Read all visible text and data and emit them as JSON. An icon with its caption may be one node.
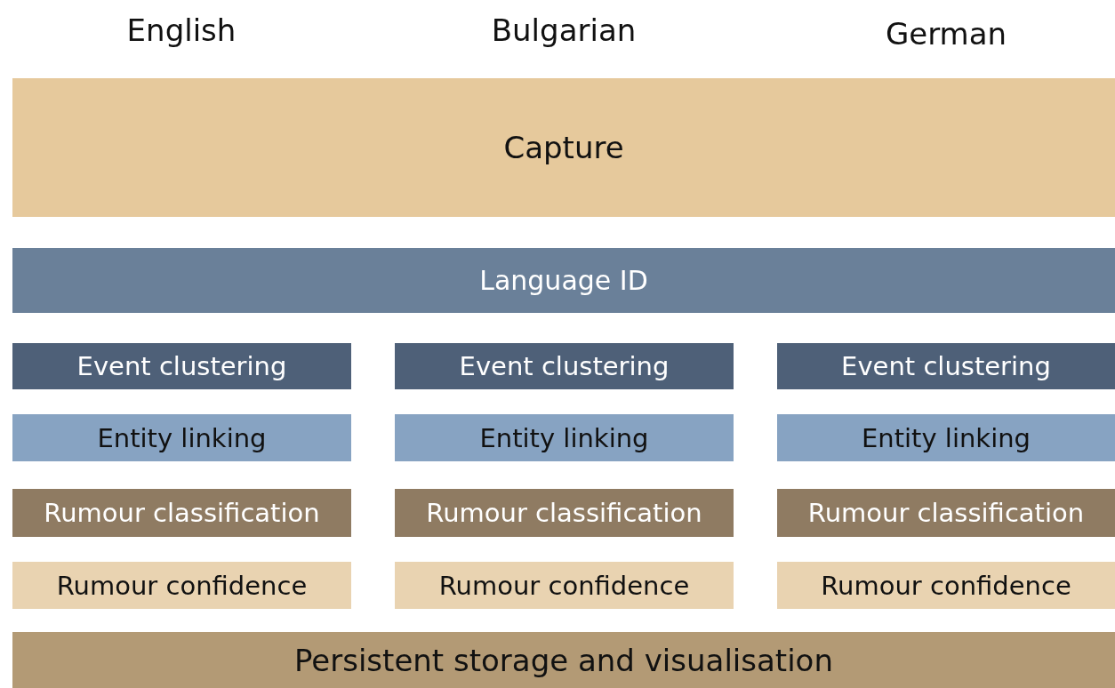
{
  "diagram": {
    "nodes": [
      {
        "text": [
          "Capture"
        ]
      },
      {
        "text": [
          "Language ID"
        ]
      },
      {
        "text": [
          "Event clustering"
        ]
      },
      {
        "text": [
          "Event clustering"
        ]
      },
      {
        "text": [
          "Event clustering"
        ]
      },
      {
        "text": [
          "Entity linking"
        ]
      },
      {
        "text": [
          "Entity linking"
        ]
      },
      {
        "text": [
          "Entity linking"
        ]
      },
      {
        "text": [
          "Rumour classification"
        ]
      },
      {
        "text": [
          "Rumour classification"
        ]
      },
      {
        "text": [
          "Rumour classification"
        ]
      },
      {
        "text": [
          "Rumour confidence"
        ]
      },
      {
        "text": [
          "Rumour confidence"
        ]
      },
      {
        "text": [
          "Rumour confidence"
        ]
      },
      {
        "text": [
          "Persistent storage and visualisation"
        ]
      }
    ],
    "edges": [],
    "labels": [
      "English",
      "Bulgarian",
      "German"
    ]
  }
}
